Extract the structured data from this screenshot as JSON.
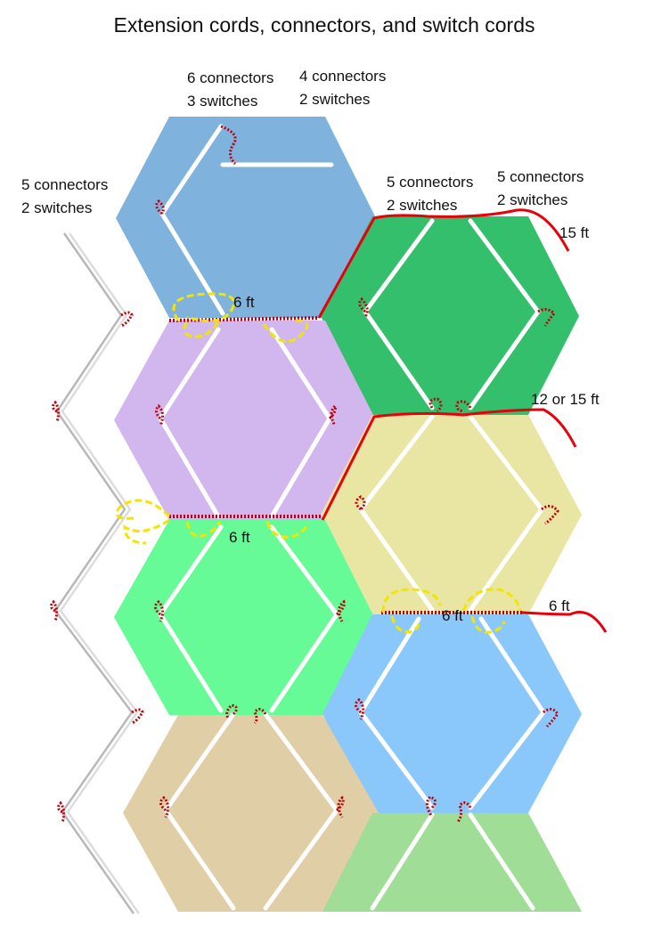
{
  "title": "Extension cords, connectors, and switch cords",
  "colors": {
    "panel_blue": "#7fb2dc",
    "panel_dark_green": "#33bf6b",
    "panel_purple": "#d2b7ef",
    "panel_yellow": "#e8e6a2",
    "panel_mint": "#66fb97",
    "panel_light_blue": "#8ac8fb",
    "panel_tan": "#e0cea6",
    "panel_pale_green": "#a0dd96",
    "extension_cord": "#e8000b",
    "connector_dots": "#c0000a",
    "switch_loop": "#f2e600",
    "light_string": "#ffffff"
  },
  "groups": [
    {
      "connectors": "6 connectors",
      "switches": "3 switches"
    },
    {
      "connectors": "4 connectors",
      "switches": "2 switches"
    },
    {
      "connectors": "5 connectors",
      "switches": "2 switches"
    },
    {
      "connectors": "5 connectors",
      "switches": "2 switches"
    },
    {
      "connectors": "5 connectors",
      "switches": "2 switches"
    }
  ],
  "lengths": {
    "top_right": "15 ft",
    "middle_right": "12 or 15 ft",
    "bottom_right": "6 ft",
    "switch_top": "6 ft",
    "switch_middle": "6 ft",
    "switch_bottom": "6 ft"
  }
}
